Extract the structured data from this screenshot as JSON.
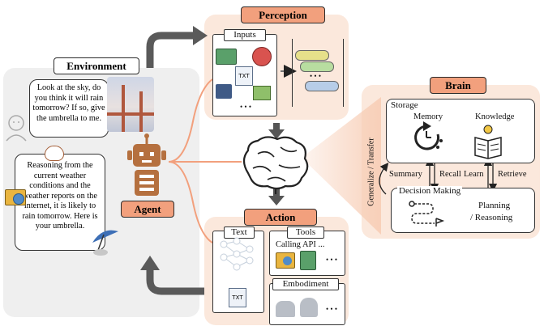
{
  "environment": {
    "title": "Environment",
    "user_message": "Look at the sky, do you think it will rain tomorrow? If so, give the umbrella to me.",
    "agent_reply": "Reasoning from the current weather conditions and the weather reports on the internet, it is likely to rain tomorrow. Here is your umbrella.",
    "agent_label": "Agent"
  },
  "perception": {
    "title": "Perception",
    "inputs_label": "Inputs",
    "more": "• • •",
    "txt_badge": "TXT"
  },
  "action": {
    "title": "Action",
    "text_label": "Text",
    "tools_label": "Tools",
    "calling_api": "Calling API ...",
    "embodiment_label": "Embodiment",
    "more": "• • •",
    "txt_badge": "TXT"
  },
  "brain": {
    "title": "Brain",
    "storage_label": "Storage",
    "memory_label": "Memory",
    "knowledge_label": "Knowledge",
    "generalize_label": "Generalize / Transfer",
    "summary_label": "Summary",
    "recall_label": "Recall",
    "learn_label": "Learn",
    "retrieve_label": "Retrieve",
    "decision_label": "Decision Making",
    "planning_label": "Planning",
    "reasoning_label": "/ Reasoning"
  },
  "colors": {
    "peach_panel": "#fbe8dc",
    "gray_panel": "#efefef",
    "accent": "#f2a07d",
    "robot": "#b5703f",
    "arrow_gray": "#555555"
  }
}
